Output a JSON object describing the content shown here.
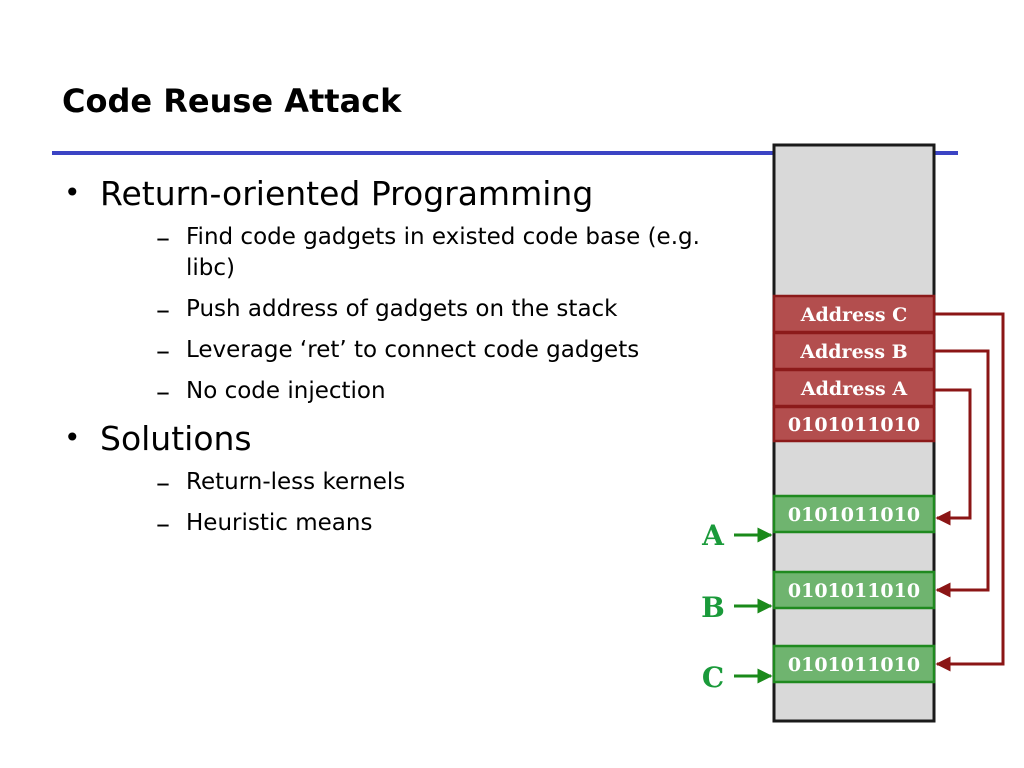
{
  "slide": {
    "title": "Code Reuse Attack"
  },
  "bullets": [
    {
      "text": "Return-oriented Programming",
      "sub": [
        "Find code gadgets in existed code base (e.g. libc)",
        "Push address of gadgets on the stack",
        "Leverage ‘ret’ to connect code gadgets",
        "No code injection"
      ]
    },
    {
      "text": "Solutions",
      "sub": [
        "Return-less kernels",
        "Heuristic means"
      ]
    }
  ],
  "bullet_marks": {
    "level1": "•",
    "level2": "–"
  },
  "diagram": {
    "stack_cells": [
      "Address  C",
      "Address B",
      "Address A",
      "0101011010"
    ],
    "gadget_cells": [
      "0101011010",
      "0101011010",
      "0101011010"
    ],
    "pointer_labels": [
      "A",
      "B",
      "C"
    ]
  },
  "colors": {
    "title_rule": "#3b44c4",
    "stack_fill": "#d9d9d9",
    "stack_border": "#1a1a1a",
    "address_fill": "#b34e4e",
    "address_border": "#8c1a1a",
    "gadget_fill": "#6fb46f",
    "gadget_border": "#1f8a1f",
    "arrow_red": "#8b1515",
    "arrow_green": "#1a8a1a",
    "label_green": "#1a9a3a"
  }
}
